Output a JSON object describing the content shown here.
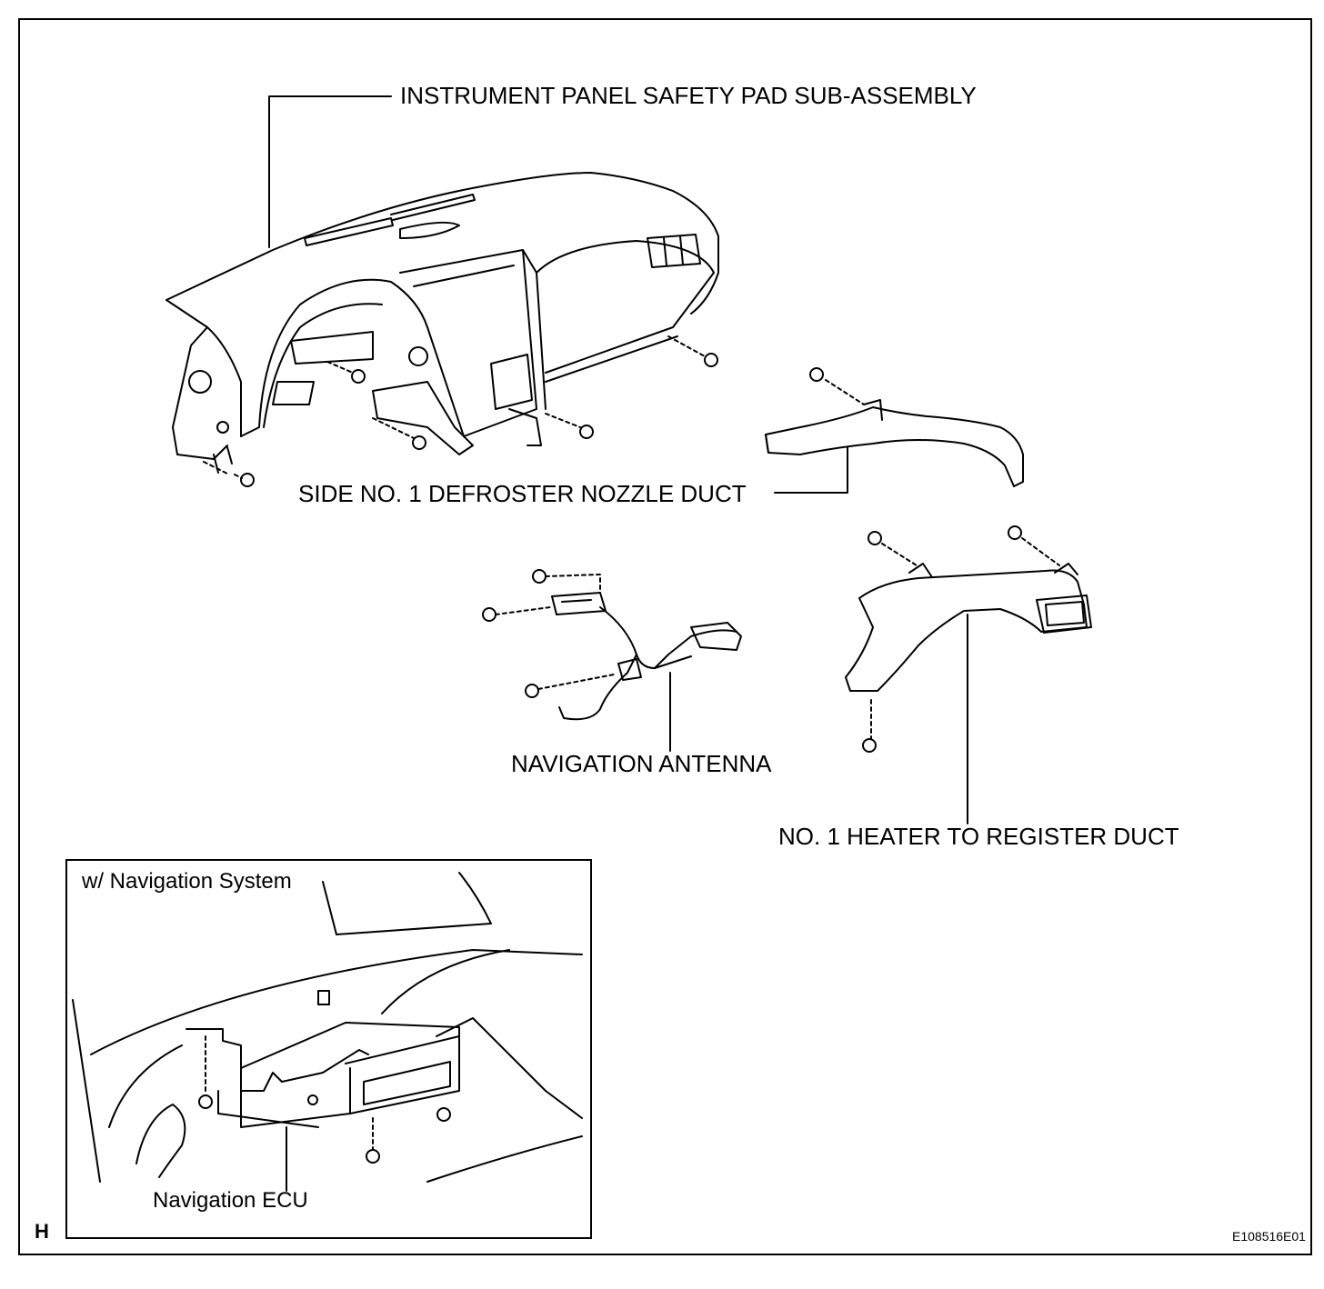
{
  "labels": {
    "safety_pad": "INSTRUMENT PANEL SAFETY PAD SUB-ASSEMBLY",
    "defroster_duct": "SIDE NO. 1 DEFROSTER NOZZLE DUCT",
    "nav_antenna": "NAVIGATION ANTENNA",
    "heater_duct": "NO. 1 HEATER TO REGISTER DUCT"
  },
  "inset": {
    "title": "w/ Navigation System",
    "ecu_label": "Navigation ECU"
  },
  "corner_mark": "H",
  "figure_id": "E108516E01"
}
